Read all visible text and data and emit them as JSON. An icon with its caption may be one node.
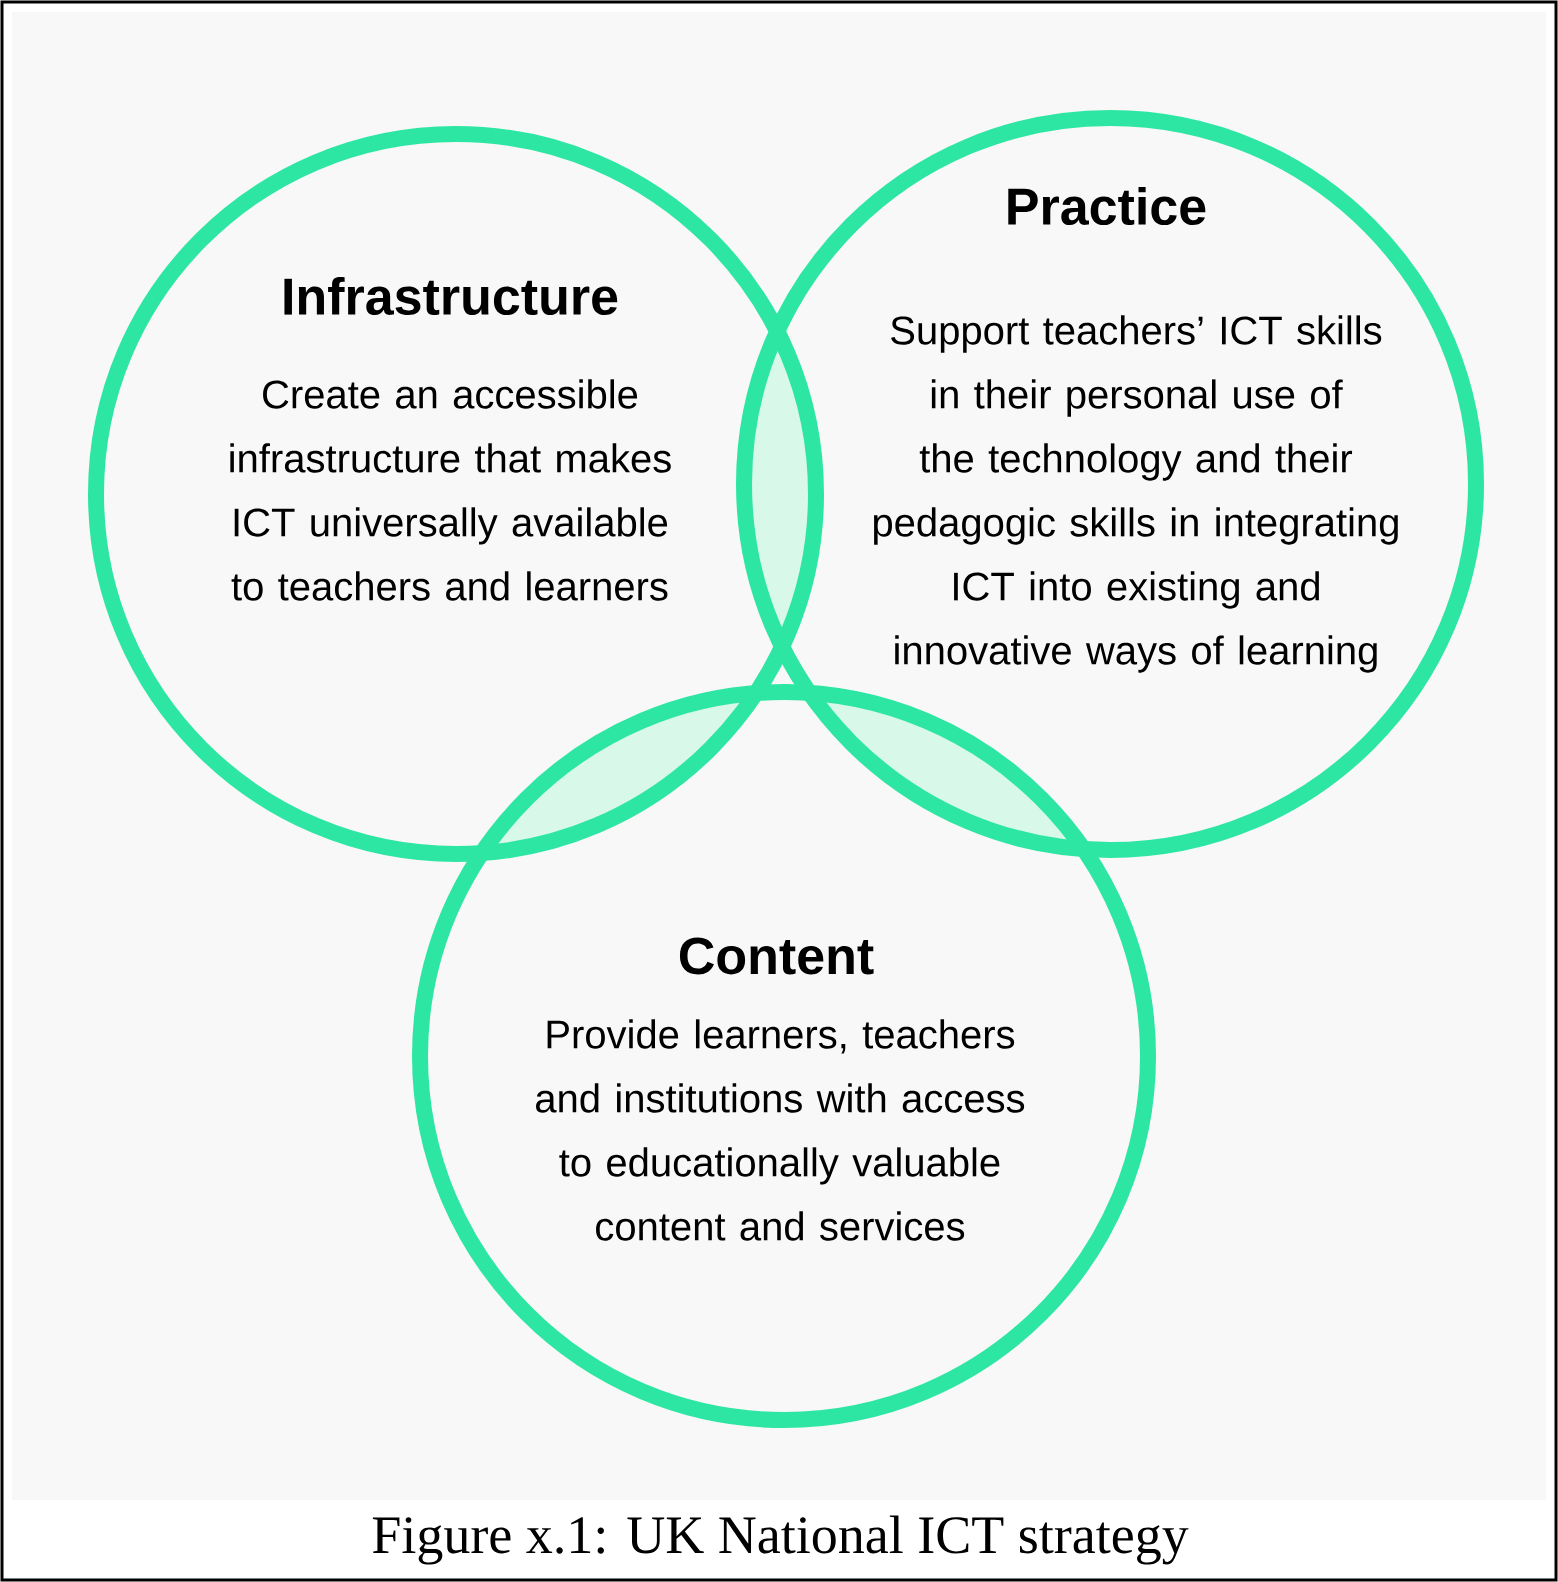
{
  "diagram": {
    "caption": "Figure x.1: UK National ICT strategy",
    "nodes": [
      {
        "text": [
          "Infrastructure",
          "Create an accessible infrastructure that makes ICT universally available to teachers and learners"
        ]
      },
      {
        "text": [
          "Practice",
          "Support teachers’ ICT skills in their personal use of the technology and their pedagogic skills in integrating ICT into existing and innovative ways of learning"
        ]
      },
      {
        "text": [
          "Content",
          "Provide learners, teachers and institutions with access to educationally valuable content and services"
        ]
      }
    ]
  }
}
